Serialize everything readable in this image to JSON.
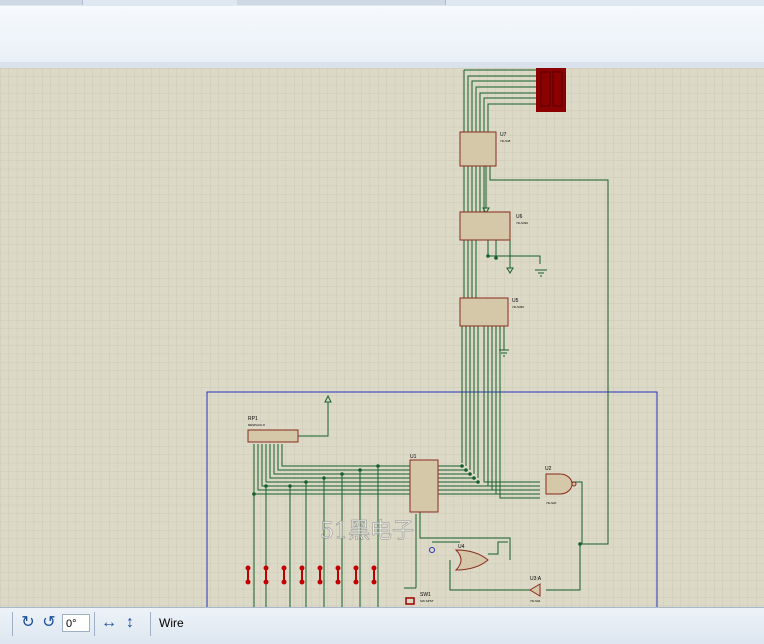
{
  "status": {
    "rotation_value": "0°",
    "mode": "Wire",
    "icons": [
      "rotate-clockwise-icon",
      "rotate-counterclockwise-icon",
      "mirror-horizontal-icon",
      "mirror-vertical-icon"
    ]
  },
  "schematic": {
    "components": [
      {
        "ref": "U7",
        "part": "74LS48"
      },
      {
        "ref": "U6",
        "part": "74LS390"
      },
      {
        "ref": "U5",
        "part": "74LS390"
      },
      {
        "ref": "RP1",
        "part": "RESPACK-8"
      },
      {
        "ref": "U1",
        "part": ""
      },
      {
        "ref": "U2",
        "part": "74LS20"
      },
      {
        "ref": "U4",
        "part": ""
      },
      {
        "ref": "U3:A",
        "part": "74LS04"
      },
      {
        "ref": "SW1",
        "part": "SW-SPST"
      }
    ],
    "watermark": "51黑电子"
  },
  "colors": {
    "grid_bg": "#dcd9c7",
    "grid_line": "#c7c4b0",
    "wire": "#16602a",
    "chip_fill": "#d4c8a8",
    "chip_border": "#8a2b1f",
    "display": "#8b0000",
    "frame": "#2432c0"
  }
}
